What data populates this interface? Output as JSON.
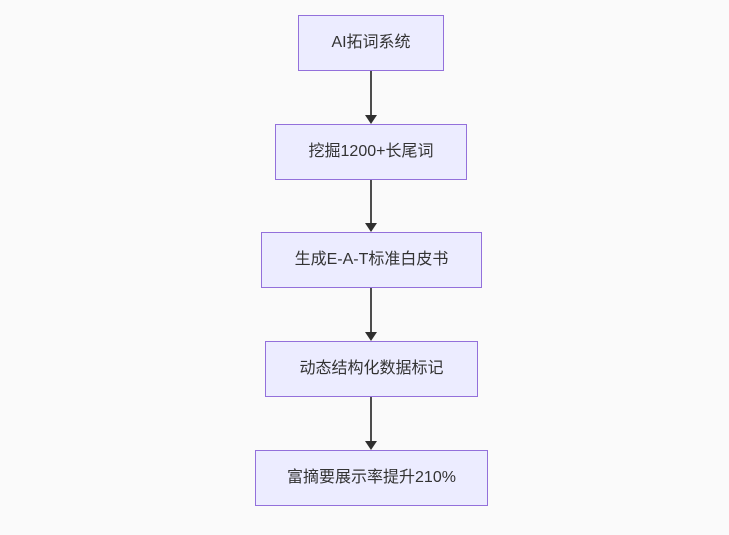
{
  "diagram": {
    "type": "flowchart",
    "direction": "top-down",
    "nodes": [
      {
        "id": "A",
        "label": "AI拓词系统"
      },
      {
        "id": "B",
        "label": "挖掘1200+长尾词"
      },
      {
        "id": "C",
        "label": "生成E-A-T标准白皮书"
      },
      {
        "id": "D",
        "label": "动态结构化数据标记"
      },
      {
        "id": "E",
        "label": "富摘要展示率提升210%"
      }
    ],
    "edges": [
      {
        "from": "A",
        "to": "B"
      },
      {
        "from": "B",
        "to": "C"
      },
      {
        "from": "C",
        "to": "D"
      },
      {
        "from": "D",
        "to": "E"
      }
    ],
    "colors": {
      "node_fill": "#ECECFF",
      "node_border": "#9370DB",
      "text": "#333333",
      "arrow_line": "#4d4d4d",
      "arrow_head": "#2f2f2f",
      "background": "#fafafa"
    }
  }
}
